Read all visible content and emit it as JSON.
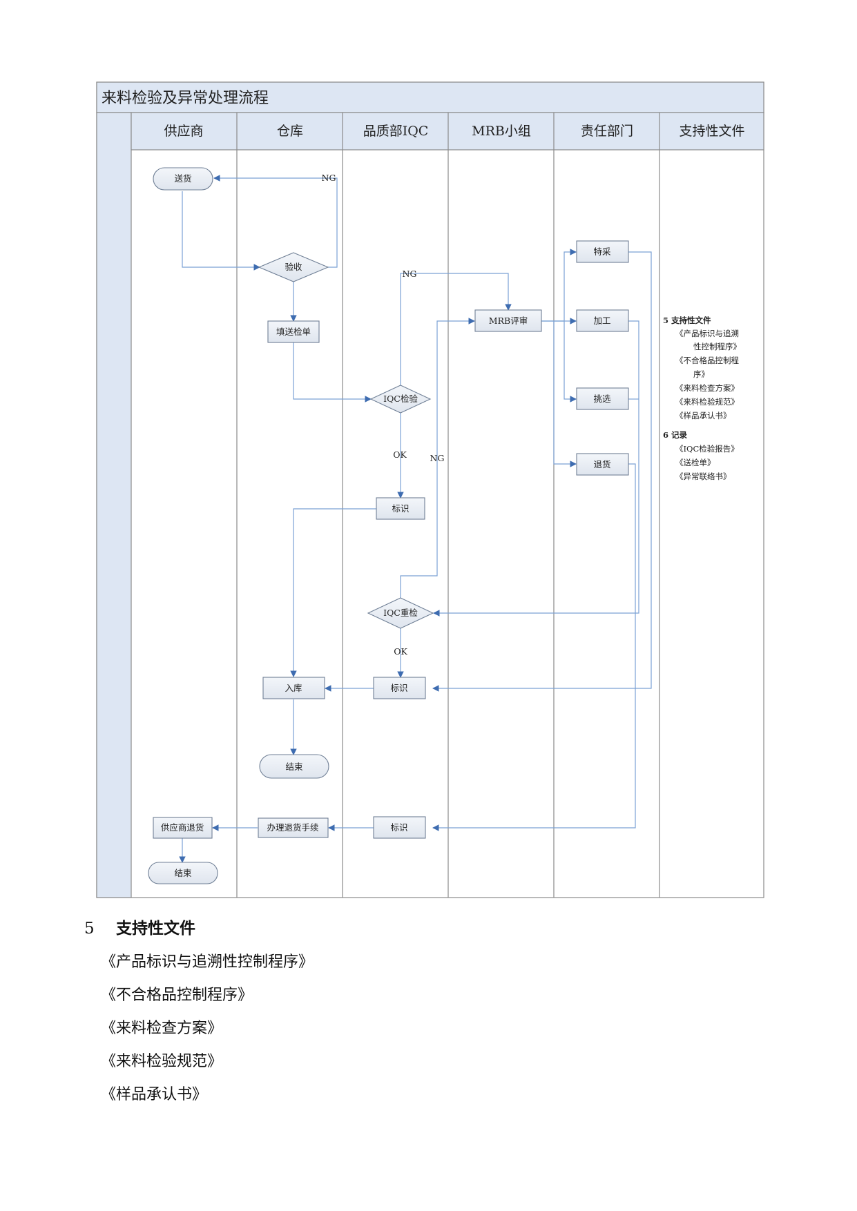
{
  "flowchart": {
    "title": "来料检验及异常处理流程",
    "lanes": [
      "供应商",
      "仓库",
      "品质部IQC",
      "MRB小组",
      "责任部门",
      "支持性文件"
    ],
    "nodes": {
      "deliver": "送货",
      "receive": "验收",
      "fill_form": "填送检单",
      "iqc_inspect": "IQC检验",
      "mark1": "标识",
      "mrb_review": "MRB评审",
      "special_purchase": "特采",
      "rework": "加工",
      "sort": "挑选",
      "return": "退货",
      "iqc_reinspect": "IQC重检",
      "mark2": "标识",
      "store": "入库",
      "end1": "结束",
      "mark3": "标识",
      "return_process": "办理退货手续",
      "supplier_return": "供应商退货",
      "end2": "结束"
    },
    "edge_labels": {
      "ng_receive": "NG",
      "ng_iqc": "NG",
      "ok_iqc": "OK",
      "ng_reinspect": "NG",
      "ok_reinspect": "OK"
    },
    "support_panel": {
      "docs_heading": "5 支持性文件",
      "docs": [
        "《产品标识与追溯",
        "性控制程序》",
        "《不合格品控制程",
        "序》",
        "《来料检查方案》",
        "《来料检验规范》",
        "《样品承认书》"
      ],
      "records_heading": "6 记录",
      "records": [
        "《IQC检验报告》",
        "《送检单》",
        "《异常联络书》"
      ]
    },
    "colors": {
      "border": "#8a8a8a",
      "header_fill": "#dde6f3",
      "box_fill": "#e6ebf3",
      "box_stroke": "#6f7f95",
      "connector": "#7aa1d4",
      "arrow": "#3e6cb0"
    }
  },
  "section5": {
    "number": "5",
    "title": "支持性文件",
    "items": [
      "《产品标识与追溯性控制程序》",
      "《不合格品控制程序》",
      "《来料检查方案》",
      "《来料检验规范》",
      "《样品承认书》"
    ]
  }
}
